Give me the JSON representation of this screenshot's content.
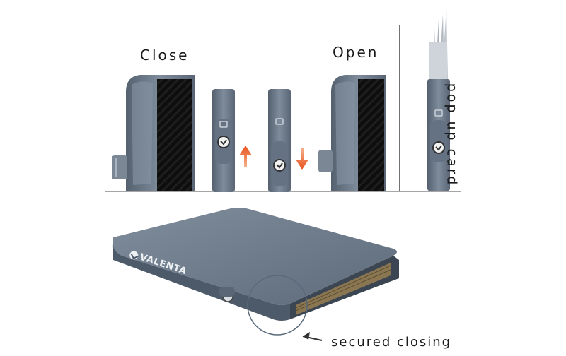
{
  "labels": {
    "close": "Close",
    "open": "Open",
    "popup": "pop up card",
    "secured": "secured closing"
  },
  "brand": {
    "name": "VALENTA"
  },
  "colors": {
    "metal": "#6f7e90",
    "metal_dark": "#4d5a69",
    "metal_light": "#9aa6b4",
    "arrow": "#e8501a",
    "card_edge": "#8a7650",
    "black_panel": "#111111"
  }
}
